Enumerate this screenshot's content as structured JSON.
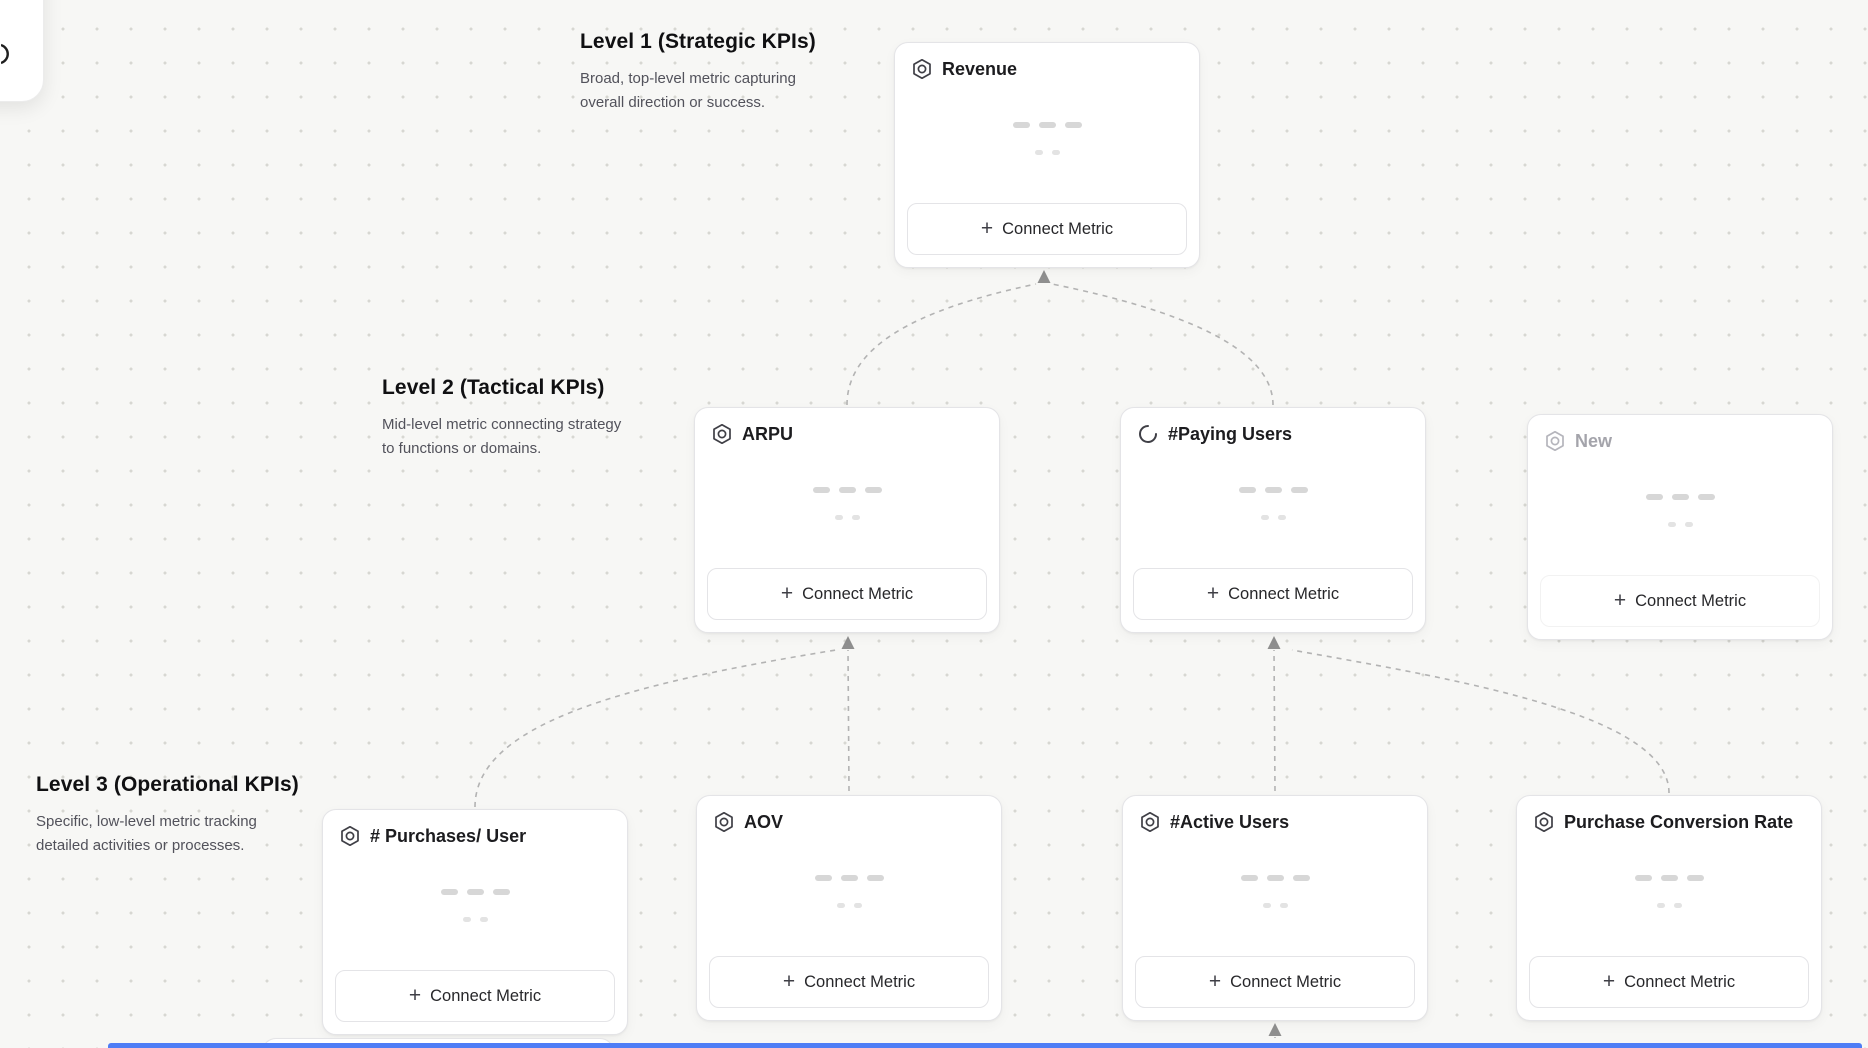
{
  "levels": [
    {
      "title": "Level 1 (Strategic KPIs)",
      "description": "Broad, top-level metric capturing overall direction or success."
    },
    {
      "title": "Level 2 (Tactical KPIs)",
      "description": "Mid-level metric connecting strategy to functions or domains."
    },
    {
      "title": "Level 3 (Operational KPIs)",
      "description": "Specific, low-level metric tracking detailed activities or processes."
    }
  ],
  "cards": [
    {
      "title": "Revenue",
      "level": 1,
      "icon": "hexagon-metric-icon",
      "button_label": "Connect Metric",
      "state": "default"
    },
    {
      "title": "ARPU",
      "level": 2,
      "icon": "hexagon-metric-icon",
      "button_label": "Connect Metric",
      "state": "default"
    },
    {
      "title": "#Paying Users",
      "level": 2,
      "icon": "loading-spinner-icon",
      "button_label": "Connect Metric",
      "state": "loading"
    },
    {
      "title": "New",
      "level": 2,
      "icon": "hexagon-metric-icon",
      "button_label": "Connect Metric",
      "state": "draft"
    },
    {
      "title": "# Purchases/ User",
      "level": 3,
      "icon": "hexagon-metric-icon",
      "button_label": "Connect Metric",
      "state": "default"
    },
    {
      "title": "AOV",
      "level": 3,
      "icon": "hexagon-metric-icon",
      "button_label": "Connect Metric",
      "state": "default"
    },
    {
      "title": "#Active Users",
      "level": 3,
      "icon": "hexagon-metric-icon",
      "button_label": "Connect Metric",
      "state": "default"
    },
    {
      "title": "Purchase Conversion Rate",
      "level": 3,
      "icon": "hexagon-metric-icon",
      "button_label": "Connect Metric",
      "state": "default"
    }
  ],
  "icons": {
    "plus": "+"
  },
  "colors": {
    "accent_blue": "#4e7df6",
    "connector": "#b3b3b3",
    "card_border": "#e4e4e7",
    "canvas_dot": "#d7d7d2"
  }
}
